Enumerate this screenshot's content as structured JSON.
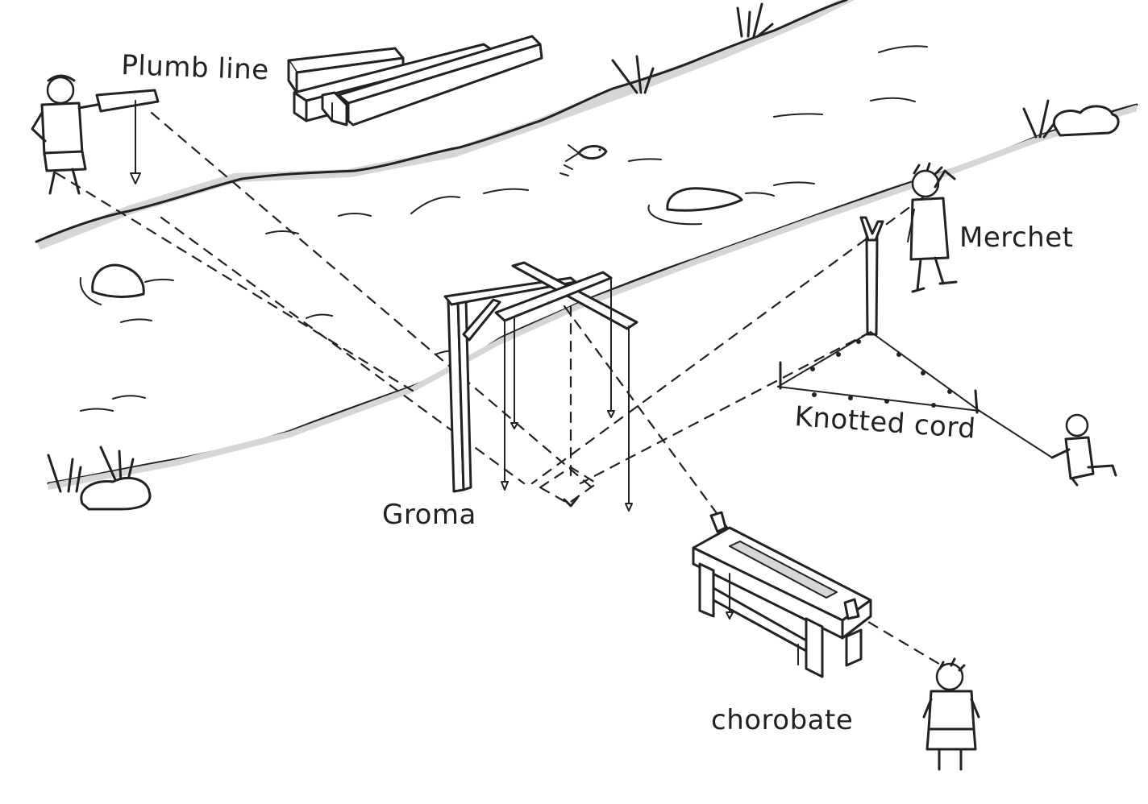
{
  "labels": {
    "plumb_line": "Plumb line",
    "merchet": "Merchet",
    "knotted_cord": "Knotted cord",
    "groma": "Groma",
    "chorobate": "chorobate"
  }
}
